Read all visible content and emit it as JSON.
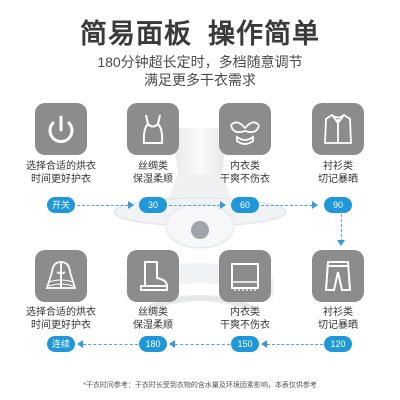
{
  "header": {
    "title_left": "简易面板",
    "title_right": "操作简单",
    "subtitle_line1": "180分钟超长定时，多档随意调节",
    "subtitle_line2": "满足更多干衣需求"
  },
  "row1": {
    "items": [
      {
        "icon": "power-icon",
        "label_line1": "选择合适的烘衣",
        "label_line2": "时间更好护衣"
      },
      {
        "icon": "camisole-icon",
        "label_line1": "丝绸类",
        "label_line2": "保湿柔顺"
      },
      {
        "icon": "bra-icon",
        "label_line1": "内衣类",
        "label_line2": "干爽不伤衣"
      },
      {
        "icon": "shirt-icon",
        "label_line1": "衬衫类",
        "label_line2": "切记暴晒"
      }
    ],
    "steps": [
      "开关",
      "30",
      "60",
      "90"
    ]
  },
  "row2": {
    "items": [
      {
        "icon": "coat-icon",
        "label_line1": "选择合适的烘衣",
        "label_line2": "时间更好护衣"
      },
      {
        "icon": "boot-icon",
        "label_line1": "丝绸类",
        "label_line2": "保湿柔顺"
      },
      {
        "icon": "towel-icon",
        "label_line1": "内衣类",
        "label_line2": "干爽不伤衣"
      },
      {
        "icon": "pants-icon",
        "label_line1": "衬衫类",
        "label_line2": "切记暴晒"
      }
    ],
    "steps": [
      "连续",
      "180",
      "150",
      "120"
    ]
  },
  "footnote": "*干衣时间参考：干衣时长受到衣物的含水量及环境因素影响，本表仅供参考",
  "colors": {
    "accent": "#1f97d8",
    "icon_bg": "#8c8c8c",
    "title": "#3a3a3a"
  }
}
